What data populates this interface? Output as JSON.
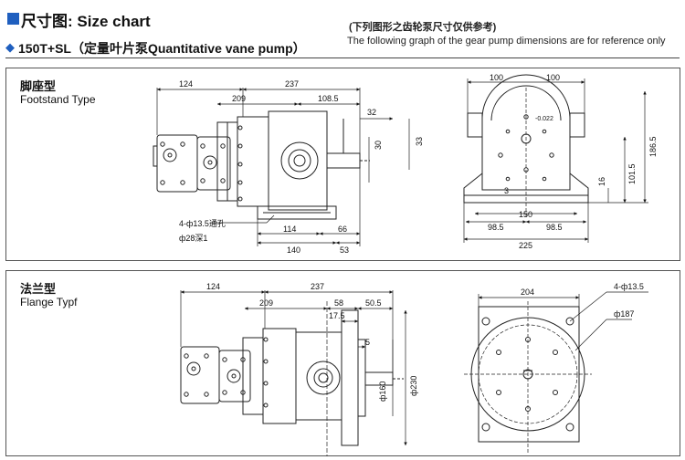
{
  "header": {
    "title": "尺寸图: Size chart",
    "model_marker": "◆",
    "model": "150T+SL（定量叶片泵Quantitative vane pump）",
    "note_cn": "(下列图形之齿轮泵尺寸仅供参考)",
    "note_en": "The following graph of the gear pump dimensions are for reference only"
  },
  "footstand": {
    "title_cn": "脚座型",
    "title_en": "Footstand Type",
    "side_dims": {
      "d124": "124",
      "d237": "237",
      "d209": "209",
      "d108_5": "108.5",
      "d32": "32",
      "d30": "30",
      "d33": "33",
      "mount_holes": "4-ф13.5通孔",
      "depth": "ф28深1",
      "d114": "114",
      "d66": "66",
      "d140": "140",
      "d53": "53"
    },
    "end_dims": {
      "d100a": "100",
      "d100b": "100",
      "d186_5": "186.5",
      "d101_5": "101.5",
      "d16": "16",
      "d3": "3",
      "d150": "150",
      "d98_5a": "98.5",
      "d98_5b": "98.5",
      "d225": "225",
      "tol": "-0.022"
    }
  },
  "flange": {
    "title_cn": "法兰型",
    "title_en": "Flange Typf",
    "side_dims": {
      "d124": "124",
      "d237": "237",
      "d209": "209",
      "d58": "58",
      "d50_5": "50.5",
      "d17_5": "17.5",
      "d5": "5",
      "d160": "ф160",
      "d230": "ф230"
    },
    "end_dims": {
      "d204": "204",
      "holes": "4-ф13.5",
      "d187": "ф187"
    }
  }
}
